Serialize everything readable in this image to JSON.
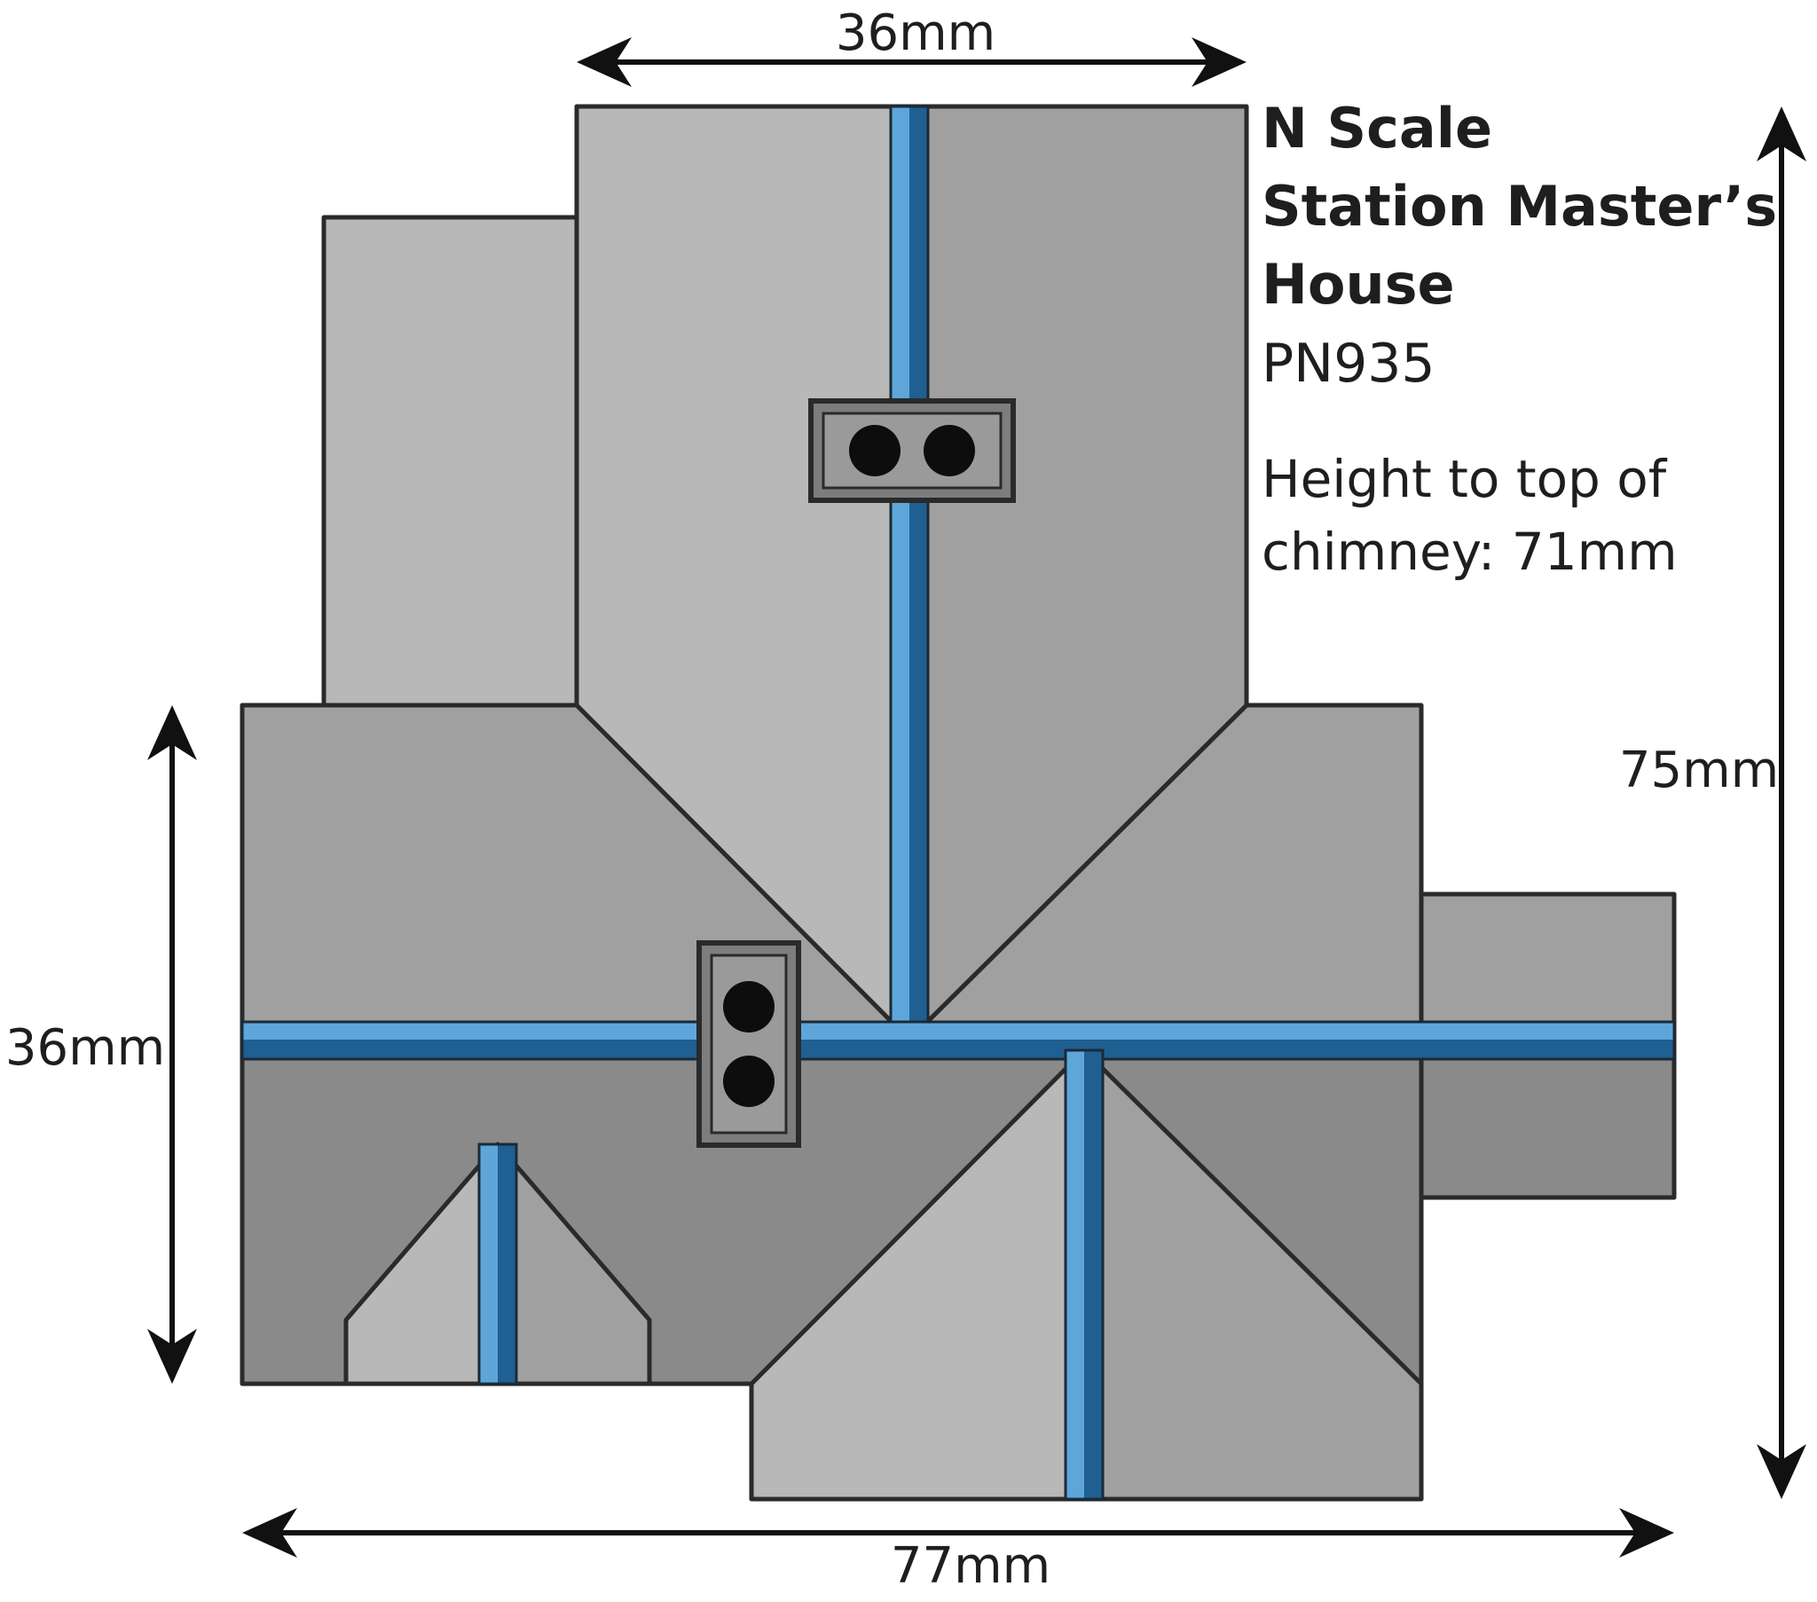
{
  "title_lines": [
    "N Scale",
    "Station Master’s",
    "House"
  ],
  "product_code": "PN935",
  "note_lines": [
    "Height to top of",
    "chimney: 71mm"
  ],
  "dimensions": {
    "top_width": "36mm",
    "left_height": "36mm",
    "right_height": "75mm",
    "bottom_width": "77mm"
  },
  "colors": {
    "roof_light": "#b8b8b8",
    "roof_mid": "#a0a0a0",
    "roof_dark": "#8a8a8a",
    "ridge_blue_dark": "#1f5f91",
    "ridge_blue_light": "#5ea6da",
    "outline": "#2a2a2a"
  }
}
